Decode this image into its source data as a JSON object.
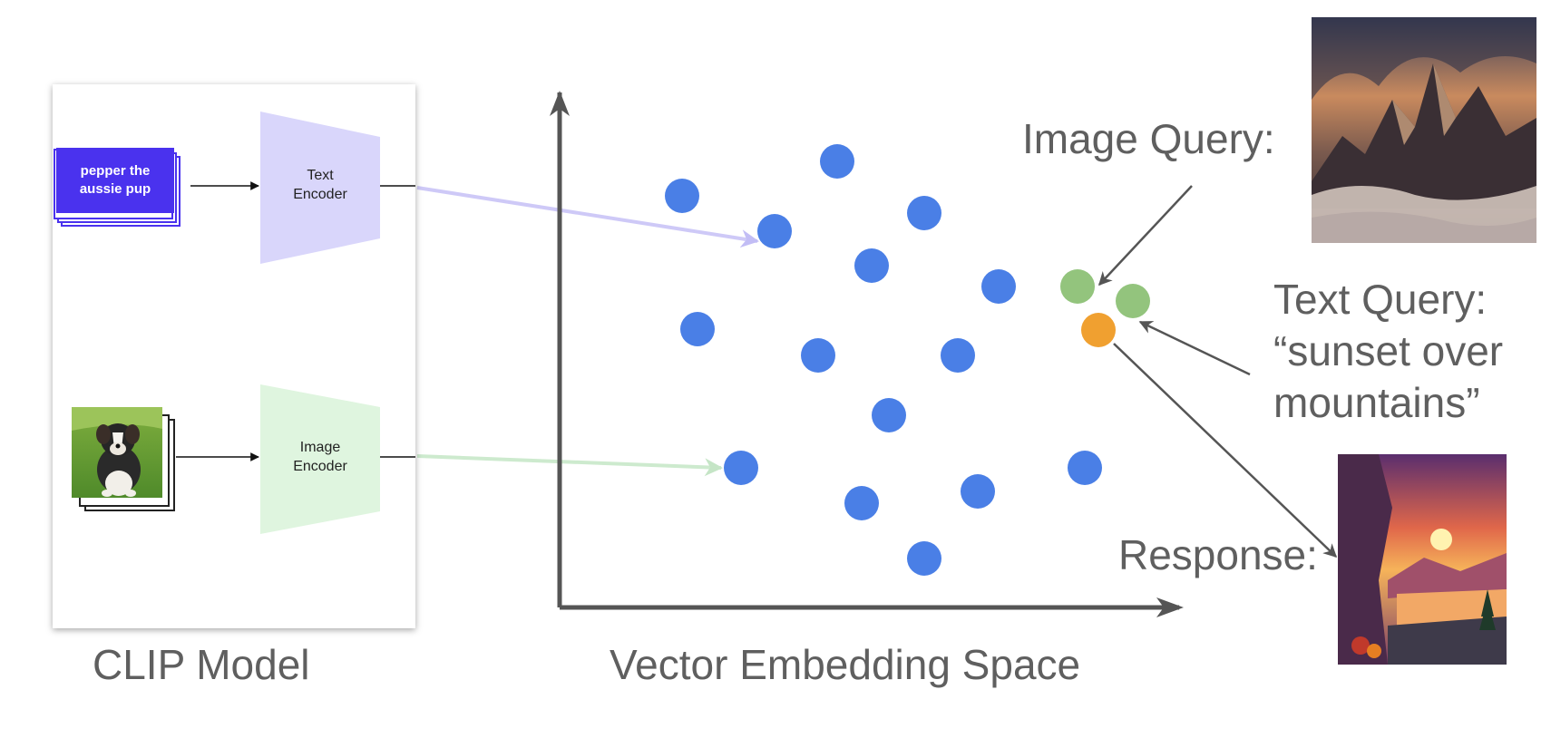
{
  "clip": {
    "title": "CLIP Model",
    "text_input": "pepper the aussie pup",
    "text_encoder": "Text\nEncoder",
    "image_encoder": "Image\nEncoder"
  },
  "space": {
    "title": "Vector Embedding Space"
  },
  "queries": {
    "image_query_label": "Image Query:",
    "text_query_line1": "Text Query:",
    "text_query_line2": "“sunset over",
    "text_query_line3": "mountains”",
    "response_label": "Response:"
  },
  "colors": {
    "embedding_dot": "#4a7fe6",
    "query_dot": "#93c47d",
    "response_dot": "#f0a030",
    "text_card": "#4a32ee",
    "text_encoder": "#d9d6fb",
    "image_encoder": "#dff5df",
    "axis": "#555555",
    "label": "#5f5f5f"
  },
  "icons": {
    "puppy_photo": "dog-photo-icon",
    "mountain_image": "mountain-image-icon",
    "sunset_image": "sunset-image-icon"
  }
}
